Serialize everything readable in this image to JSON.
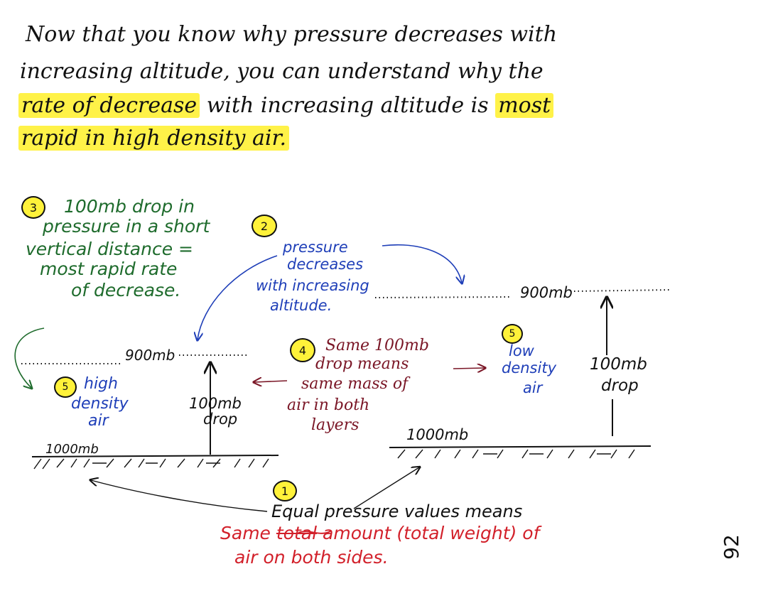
{
  "colors": {
    "black_ink": "#111111",
    "green_ink": "#1e6b2c",
    "blue_ink": "#1f3fb8",
    "maroon_ink": "#7a1626",
    "red_ink": "#d2202a",
    "highlight": "#fff23a"
  },
  "intro": {
    "line1": "Now that you know why pressure decreases with",
    "line2": "increasing altitude, you can understand why the",
    "line3_hl": "rate of decrease",
    "line3_rest": "with increasing altitude is",
    "line3_hl2": "most",
    "line4_hl": "rapid in high density air."
  },
  "note3": {
    "badge": "3",
    "line1": "100mb drop in",
    "line2": "pressure in a short",
    "line3": "vertical distance =",
    "line4": "most rapid rate",
    "line5": "of decrease."
  },
  "note2": {
    "badge": "2",
    "line1": "pressure",
    "line2": "decreases",
    "line3": "with increasing",
    "line4": "altitude."
  },
  "note4": {
    "badge": "4",
    "line1": "Same 100mb",
    "line2": "drop means",
    "line3": "same mass of",
    "line4": "air in both",
    "line5": "layers"
  },
  "left_column": {
    "badge": "5",
    "density_1": "high",
    "density_2": "density",
    "density_3": "air",
    "top_label": "900mb",
    "bottom_label": "1000mb",
    "drop_1": "100mb",
    "drop_2": "drop"
  },
  "right_column": {
    "badge": "5",
    "density_1": "low",
    "density_2": "density",
    "density_3": "air",
    "top_label": "900mb",
    "bottom_label": "1000mb",
    "drop_1": "100mb",
    "drop_2": "drop"
  },
  "note1": {
    "badge": "1",
    "line1": "Equal pressure values means",
    "line2a": "Same",
    "line2_struck": "total",
    "line2b": "amount (total weight) of",
    "line3": "air on both sides."
  },
  "page_number": "92"
}
